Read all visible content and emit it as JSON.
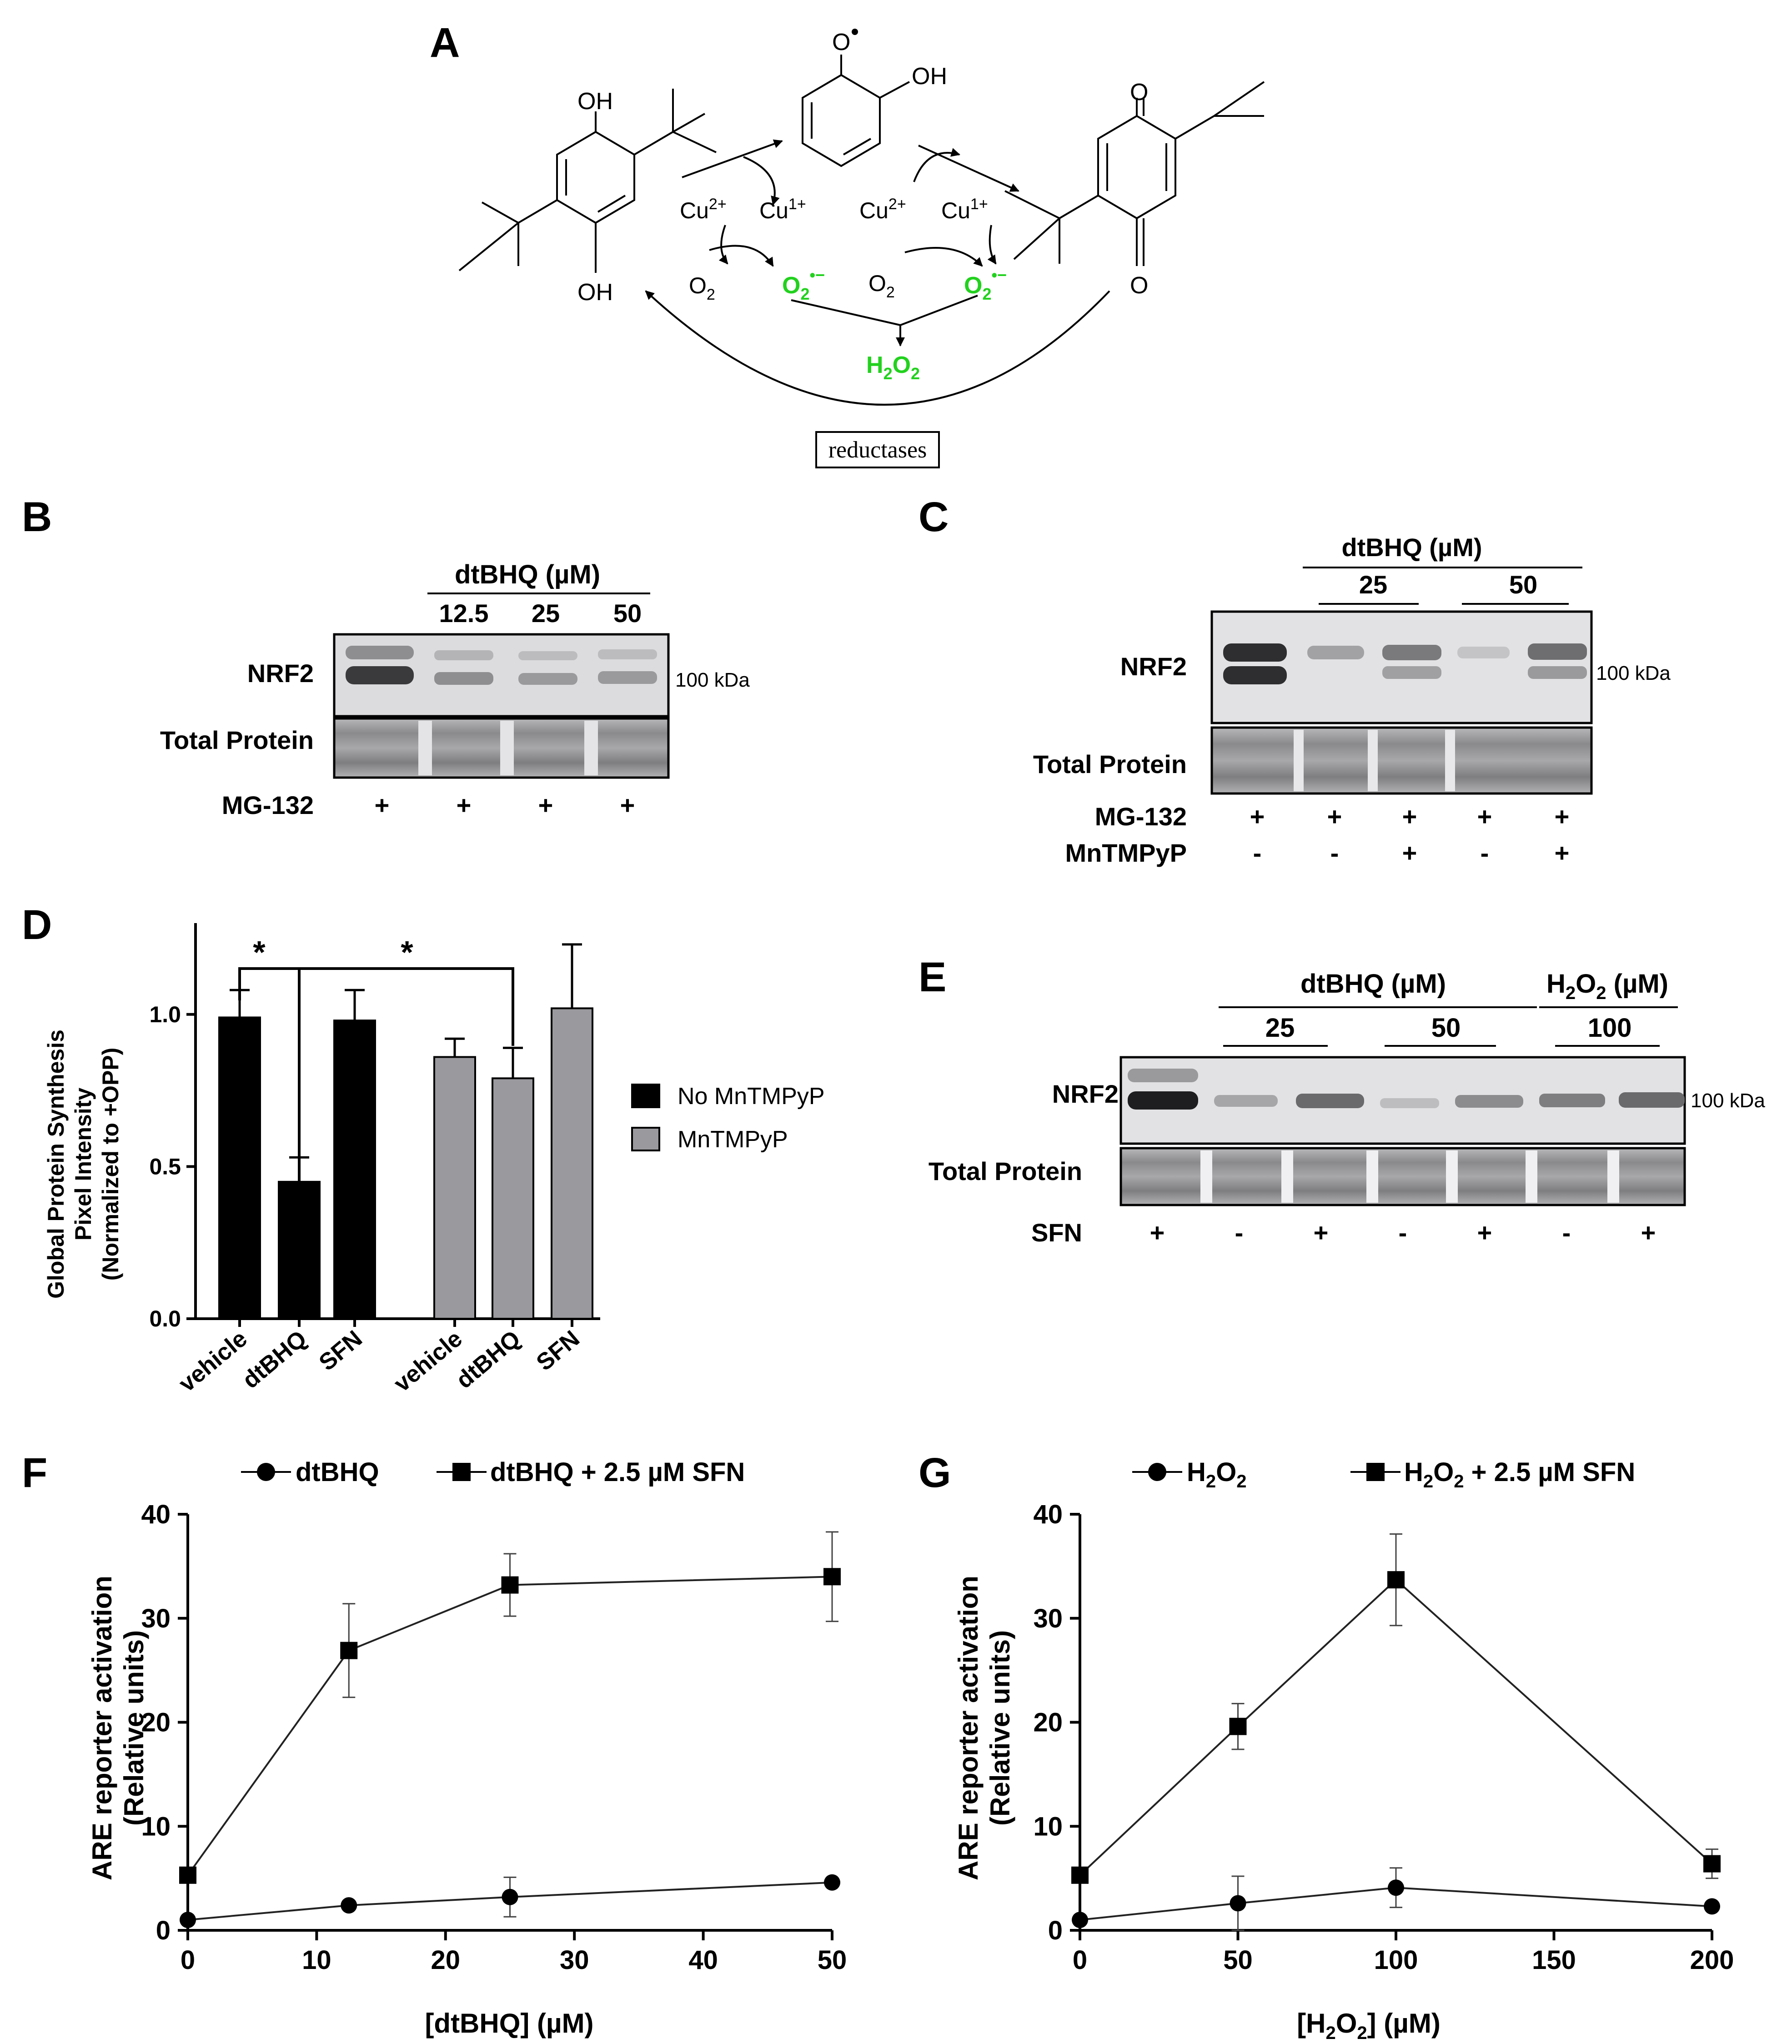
{
  "panels": {
    "A": "A",
    "B": "B",
    "C": "C",
    "D": "D",
    "E": "E",
    "F": "F",
    "G": "G"
  },
  "panelA": {
    "oh_top": "OH",
    "oh_bottom": "OH",
    "semi_oh": "OH",
    "semi_o": "O",
    "quinone_o_top": "O",
    "quinone_o_bottom": "O",
    "cu_left_a": "Cu",
    "cu_left_a_sup": "2+",
    "cu_left_b": "Cu",
    "cu_left_b_sup": "1+",
    "cu_right_a": "Cu",
    "cu_right_a_sup": "2+",
    "cu_right_b": "Cu",
    "cu_right_b_sup": "1+",
    "o2_left": "O",
    "o2_left_sub": "2",
    "o2_right": "O",
    "o2_right_sub": "2",
    "sup_left": "O",
    "sup_left_sub": "2",
    "sup_left_sup": "•−",
    "sup_right": "O",
    "sup_right_sub": "2",
    "sup_right_sup": "•−",
    "h2o2": "H",
    "h2o2_sub1": "2",
    "h2o2_o": "O",
    "h2o2_sub2": "2",
    "reductases": "reductases",
    "colors": {
      "green": "#22d11e"
    }
  },
  "panelB": {
    "header": "dtBHQ (µM)",
    "conc": [
      "12.5",
      "25",
      "50"
    ],
    "row_nrf2": "NRF2",
    "row_total": "Total Protein",
    "kda": "100 kDa",
    "mg132_label": "MG-132",
    "mg132": [
      "+",
      "+",
      "+",
      "+"
    ]
  },
  "panelC": {
    "header": "dtBHQ (µM)",
    "conc": [
      "25",
      "50"
    ],
    "row_nrf2": "NRF2",
    "row_total": "Total Protein",
    "kda": "100 kDa",
    "mg132_label": "MG-132",
    "mg132": [
      "+",
      "+",
      "+",
      "+",
      "+"
    ],
    "mntmpyp_label": "MnTMPyP",
    "mntmpyp": [
      "-",
      "-",
      "+",
      "-",
      "+"
    ]
  },
  "panelE": {
    "header1": "dtBHQ (µM)",
    "header2_pre": "H",
    "header2_sub": "2",
    "header2_mid": "O",
    "header2_sub2": "2",
    "header2_post": " (µM)",
    "conc": [
      "25",
      "50",
      "100"
    ],
    "row_nrf2": "NRF2",
    "row_total": "Total Protein",
    "kda": "100 kDa",
    "sfn_label": "SFN",
    "sfn": [
      "+",
      "-",
      "+",
      "-",
      "+",
      "-",
      "+"
    ]
  },
  "chart_data": [
    {
      "panel": "D",
      "type": "bar",
      "categories": [
        "vehicle",
        "dtBHQ",
        "SFN",
        "vehicle",
        "dtBHQ",
        "SFN"
      ],
      "series": [
        {
          "name": "No MnTMPyP",
          "color": "#000000",
          "values": [
            0.99,
            0.45,
            0.98,
            null,
            null,
            null
          ],
          "errors": [
            0.09,
            0.08,
            0.1,
            null,
            null,
            null
          ]
        },
        {
          "name": "MnTMPyP",
          "color": "#9a9a9e",
          "values": [
            null,
            null,
            null,
            0.86,
            0.79,
            1.02
          ],
          "errors": [
            null,
            null,
            null,
            0.06,
            0.1,
            0.21
          ]
        }
      ],
      "ylabel": [
        "Global Protein Synthesis",
        "Pixel Intensity",
        "(Normalized to +OPP)"
      ],
      "yticks": [
        "0.0",
        "0.5",
        "1.0"
      ],
      "ylim": [
        0,
        1.3
      ],
      "significance": [
        "*",
        "*"
      ],
      "legend": "right"
    },
    {
      "panel": "F",
      "type": "line",
      "series": [
        {
          "name": "dtBHQ",
          "marker": "circle",
          "x": [
            0,
            12.5,
            25,
            50
          ],
          "y": [
            1.0,
            2.4,
            3.2,
            4.6
          ],
          "err": [
            0,
            0.3,
            1.9,
            0.3
          ]
        },
        {
          "name": "dtBHQ + 2.5 µM SFN",
          "marker": "square",
          "x": [
            0,
            12.5,
            25,
            50
          ],
          "y": [
            5.3,
            26.9,
            33.2,
            34.0
          ],
          "err": [
            0,
            4.5,
            3.0,
            4.3
          ]
        }
      ],
      "xlabel": "[dtBHQ] (µM)",
      "ylabel": [
        "ARE reporter activation",
        "(Relative units)"
      ],
      "xlim": [
        0,
        50
      ],
      "ylim": [
        0,
        40
      ],
      "xticks": [
        "0",
        "10",
        "20",
        "30",
        "40",
        "50"
      ],
      "yticks": [
        "0",
        "10",
        "20",
        "30",
        "40"
      ],
      "legend": "top"
    },
    {
      "panel": "G",
      "type": "line",
      "series": [
        {
          "name": "H2O2",
          "marker": "circle",
          "x": [
            0,
            50,
            100,
            200
          ],
          "y": [
            1.0,
            2.6,
            4.1,
            2.3
          ],
          "err": [
            0,
            2.6,
            1.9,
            0.3
          ]
        },
        {
          "name": "H2O2 + 2.5 µM SFN",
          "marker": "square",
          "x": [
            0,
            50,
            100,
            200
          ],
          "y": [
            5.3,
            19.6,
            33.7,
            6.4
          ],
          "err": [
            0,
            2.2,
            4.4,
            1.4
          ]
        }
      ],
      "xlabel": "[H2O2] (µM)",
      "ylabel": [
        "ARE reporter activation",
        "(Relative units)"
      ],
      "xlim": [
        0,
        200
      ],
      "ylim": [
        0,
        40
      ],
      "xticks": [
        "0",
        "50",
        "100",
        "150",
        "200"
      ],
      "yticks": [
        "0",
        "10",
        "20",
        "30",
        "40"
      ],
      "legend": "top"
    }
  ],
  "legendF": {
    "s1": "dtBHQ",
    "s2": "dtBHQ + 2.5 µM SFN"
  },
  "legendG": {
    "s1a": "H",
    "s1sub1": "2",
    "s1b": "O",
    "s1sub2": "2",
    "s2a": "H",
    "s2sub1": "2",
    "s2b": "O",
    "s2sub2": "2",
    "s2c": " + 2.5 µM SFN"
  },
  "axisF": {
    "xlabel": "[dtBHQ] (µM)",
    "y1": "ARE reporter activation",
    "y2": "(Relative units)"
  },
  "axisG": {
    "x_a": "[H",
    "x_sub1": "2",
    "x_b": "O",
    "x_sub2": "2",
    "x_c": "] (µM)",
    "y1": "ARE reporter activation",
    "y2": "(Relative units)"
  },
  "axisD": {
    "y1": "Global Protein Synthesis",
    "y2": "Pixel Intensity",
    "y3": "(Normalized to +OPP)",
    "star1": "*",
    "star2": "*",
    "leg1": "No MnTMPyP",
    "leg2": "MnTMPyP"
  }
}
